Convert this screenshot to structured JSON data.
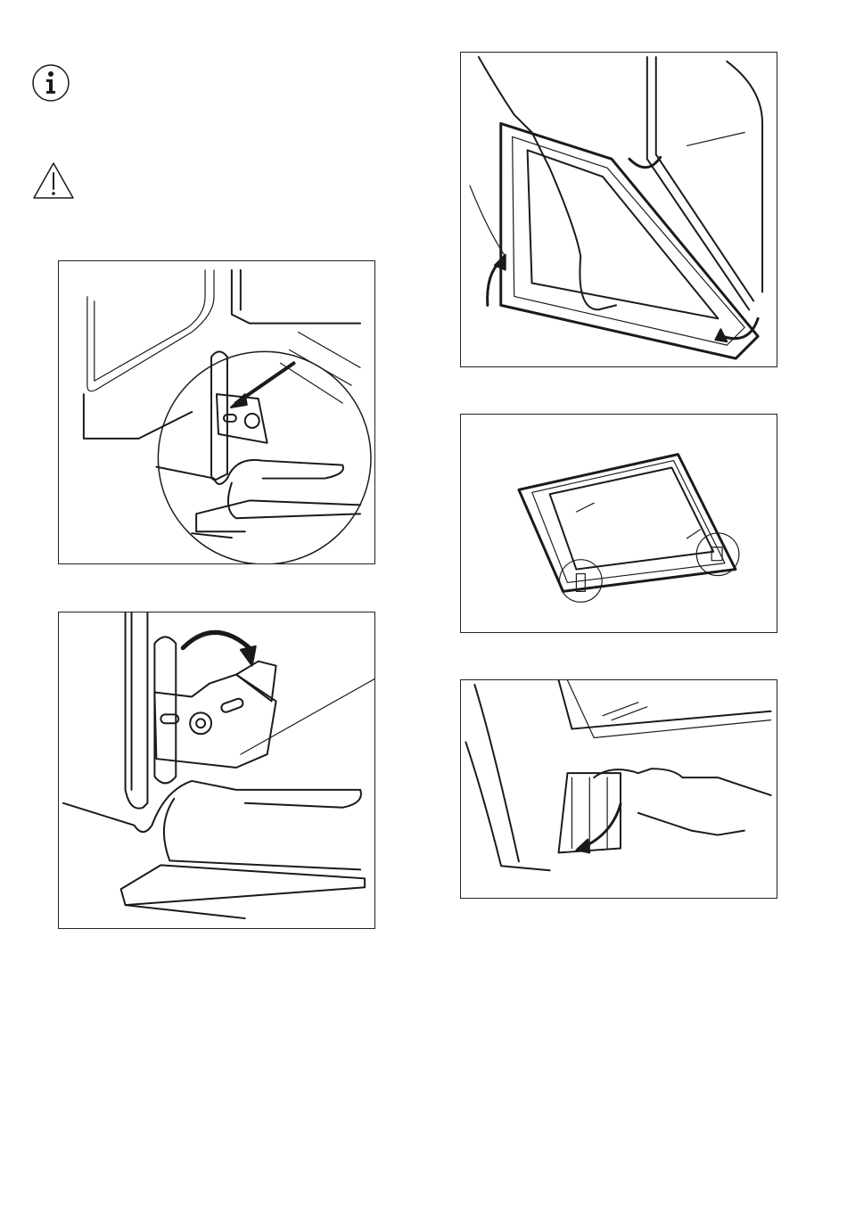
{
  "page": {
    "icons": [
      "info-icon",
      "warning-icon"
    ],
    "figures": [
      {
        "id": "hinge-lever-detail"
      },
      {
        "id": "hinge-lever-rotate"
      },
      {
        "id": "door-lift-off"
      },
      {
        "id": "door-on-flat-surface"
      },
      {
        "id": "door-clip-release"
      }
    ],
    "colors": {
      "ink": "#1a1a1a",
      "background": "#ffffff"
    }
  }
}
